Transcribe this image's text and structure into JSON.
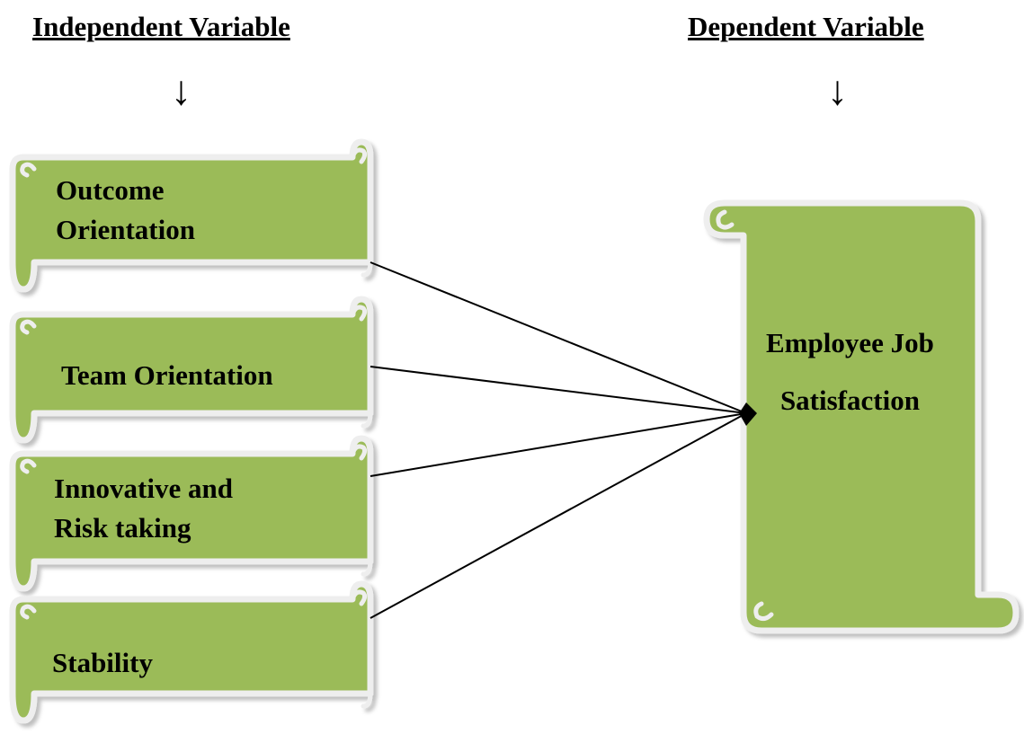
{
  "headings": {
    "independent": "Independent Variable",
    "dependent": "Dependent Variable",
    "arrow_symbol": "↓"
  },
  "independent_variables": [
    {
      "line1": "Outcome",
      "line2": "Orientation"
    },
    {
      "line1": "Team Orientation",
      "line2": ""
    },
    {
      "line1": "Innovative and",
      "line2": "Risk taking"
    },
    {
      "line1": "Stability",
      "line2": ""
    }
  ],
  "dependent_variable": {
    "line1": "Employee Job",
    "line2": "Satisfaction"
  },
  "colors": {
    "scroll_fill": "#9bbb59",
    "scroll_border": "#eeeeee",
    "scroll_shadow": "#c4c4c4",
    "connector": "#000000"
  }
}
